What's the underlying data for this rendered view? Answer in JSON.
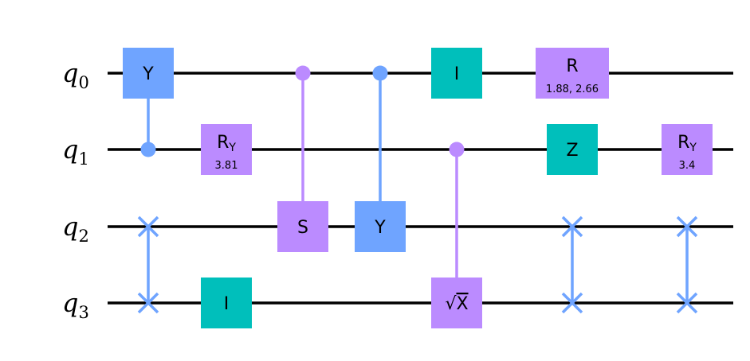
{
  "colors": {
    "wire": "#000000",
    "blue": "#6fa4ff",
    "purple": "#bb8bff",
    "teal": "#00bfbb"
  },
  "qubits": [
    {
      "name": "q",
      "index": "0"
    },
    {
      "name": "q",
      "index": "1"
    },
    {
      "name": "q",
      "index": "2"
    },
    {
      "name": "q",
      "index": "3"
    }
  ],
  "gates": [
    {
      "id": "y-q0",
      "kind": "box",
      "label": "Y",
      "sub": "",
      "param": "",
      "qubit": 0,
      "col": 1,
      "color": "blue"
    },
    {
      "id": "ry-q1-a",
      "kind": "box",
      "label": "R",
      "sub": "Y",
      "param": "3.81",
      "qubit": 1,
      "col": 2,
      "color": "purple"
    },
    {
      "id": "i-q3-a",
      "kind": "box",
      "label": "I",
      "sub": "",
      "param": "",
      "qubit": 3,
      "col": 2,
      "color": "teal"
    },
    {
      "id": "s-q2",
      "kind": "box",
      "label": "S",
      "sub": "",
      "param": "",
      "qubit": 2,
      "col": 3,
      "color": "purple"
    },
    {
      "id": "y-q2",
      "kind": "box",
      "label": "Y",
      "sub": "",
      "param": "",
      "qubit": 2,
      "col": 4,
      "color": "blue"
    },
    {
      "id": "i-q0-b",
      "kind": "box",
      "label": "I",
      "sub": "",
      "param": "",
      "qubit": 0,
      "col": 5,
      "color": "teal"
    },
    {
      "id": "sx-q3",
      "kind": "box",
      "label": "√X",
      "sub": "",
      "param": "",
      "qubit": 3,
      "col": 5,
      "color": "purple"
    },
    {
      "id": "r-q0",
      "kind": "box",
      "label": "R",
      "sub": "",
      "param": "1.88, 2.66",
      "qubit": 0,
      "col": 6,
      "color": "purple",
      "wide": true
    },
    {
      "id": "z-q1",
      "kind": "box",
      "label": "Z",
      "sub": "",
      "param": "",
      "qubit": 1,
      "col": 6,
      "color": "teal"
    },
    {
      "id": "ry-q1-b",
      "kind": "box",
      "label": "R",
      "sub": "Y",
      "param": "3.4",
      "qubit": 1,
      "col": 7,
      "color": "purple"
    }
  ],
  "controls": [
    {
      "id": "cy-1",
      "col": 1,
      "control": 1,
      "target": 0,
      "color": "blue"
    },
    {
      "id": "cs-1",
      "col": 3,
      "control": 0,
      "target": 2,
      "color": "purple"
    },
    {
      "id": "cy-2",
      "col": 4,
      "control": 0,
      "target": 2,
      "color": "blue"
    },
    {
      "id": "csx-1",
      "col": 5,
      "control": 1,
      "target": 3,
      "color": "purple"
    }
  ],
  "swaps": [
    {
      "id": "swap-1",
      "col": 1,
      "qubits": [
        2,
        3
      ],
      "color": "blue"
    },
    {
      "id": "swap-2",
      "col": 6,
      "qubits": [
        2,
        3
      ],
      "color": "blue"
    },
    {
      "id": "swap-3",
      "col": 7,
      "qubits": [
        2,
        3
      ],
      "color": "blue"
    }
  ]
}
